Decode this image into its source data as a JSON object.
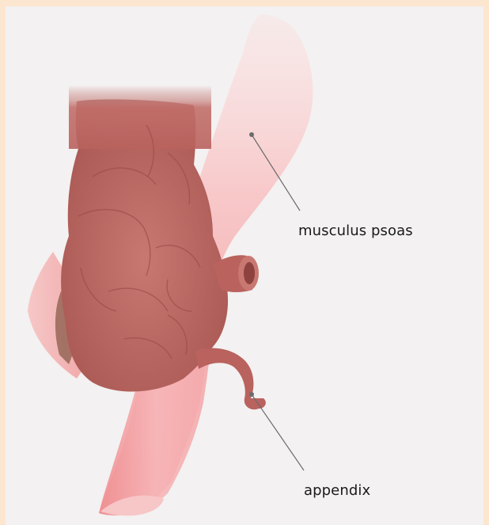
{
  "labels": {
    "psoas": "musculus psoas",
    "appendix": "appendix"
  },
  "colors": {
    "outer_border": "#fde6cf",
    "background": "#f3f1f1",
    "colon": "#c26f6a",
    "colon_dark": "#a85753",
    "psoas_light": "#fbdede",
    "psoas": "#f19d9f",
    "leader_line": "#6b6b6b"
  },
  "icons": {
    "pointer_dot": "dot"
  }
}
